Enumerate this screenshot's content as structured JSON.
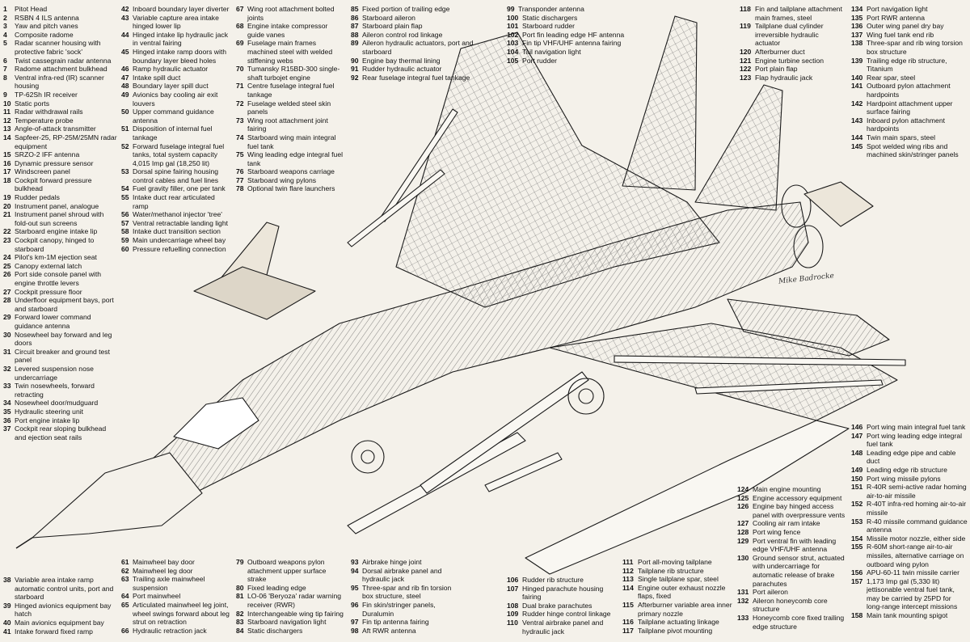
{
  "columns": [
    {
      "id": "c1",
      "items": [
        [
          "1",
          "Pitot Head"
        ],
        [
          "2",
          "RSBN 4 ILS antenna"
        ],
        [
          "3",
          "Yaw and pitch vanes"
        ],
        [
          "4",
          "Composite radome"
        ],
        [
          "5",
          "Radar scanner housing with protective fabric 'sock'"
        ],
        [
          "6",
          "Twist cassegrain radar antenna"
        ],
        [
          "7",
          "Radome attachment bulkhead"
        ],
        [
          "8",
          "Ventral infra-red (IR) scanner housing"
        ],
        [
          "9",
          "TP-62Sh IR receiver"
        ],
        [
          "10",
          "Static ports"
        ],
        [
          "11",
          "Radar withdrawal rails"
        ],
        [
          "12",
          "Temperature probe"
        ],
        [
          "13",
          "Angle-of-attack transmitter"
        ],
        [
          "14",
          "Sapfeer-25, RP-25M/25MN radar equipment"
        ],
        [
          "15",
          "SRZO-2 IFF antenna"
        ],
        [
          "16",
          "Dynamic pressure sensor"
        ],
        [
          "17",
          "Windscreen panel"
        ],
        [
          "18",
          "Cockpit forward pressure bulkhead"
        ],
        [
          "19",
          "Rudder pedals"
        ],
        [
          "20",
          "Instrument panel, analogue"
        ],
        [
          "21",
          "Instrument panel shroud with fold-out sun screens"
        ],
        [
          "22",
          "Starboard engine intake lip"
        ],
        [
          "23",
          "Cockpit canopy, hinged to starboard"
        ],
        [
          "24",
          "Pilot's km-1M ejection seat"
        ],
        [
          "25",
          "Canopy external latch"
        ],
        [
          "26",
          "Port side console panel with engine throttle levers"
        ],
        [
          "27",
          "Cockpit pressure floor"
        ],
        [
          "28",
          "Underfloor equipment bays, port and starboard"
        ],
        [
          "29",
          "Forward lower command guidance antenna"
        ],
        [
          "30",
          "Nosewheel bay forward and leg doors"
        ],
        [
          "31",
          "Circuit breaker and ground test panel"
        ],
        [
          "32",
          "Levered suspension nose undercarriage"
        ],
        [
          "33",
          "Twin nosewheels, forward retracting"
        ],
        [
          "34",
          "Nosewheel door/mudguard"
        ],
        [
          "35",
          "Hydraulic steering unit"
        ],
        [
          "36",
          "Port engine intake lip"
        ],
        [
          "37",
          "Cockpit rear sloping bulkhead and ejection seat rails"
        ]
      ]
    },
    {
      "id": "c2",
      "items": [
        [
          "42",
          "Inboard boundary layer diverter"
        ],
        [
          "43",
          "Variable capture area intake hinged lower lip"
        ],
        [
          "44",
          "Hinged intake lip hydraulic jack in ventral fairing"
        ],
        [
          "45",
          "Hinged intake ramp doors with boundary layer bleed holes"
        ],
        [
          "46",
          "Ramp hydraulic actuator"
        ],
        [
          "47",
          "Intake spill duct"
        ],
        [
          "48",
          "Boundary layer spill duct"
        ],
        [
          "49",
          "Avionics bay cooling air exit louvers"
        ],
        [
          "50",
          "Upper command guidance antenna"
        ],
        [
          "51",
          "Disposition of internal fuel tankage"
        ],
        [
          "52",
          "Forward fuselage integral fuel tanks, total system capacity 4,015 Imp gal (18,250 lit)"
        ],
        [
          "53",
          "Dorsal spine fairing housing control cables and fuel lines"
        ],
        [
          "54",
          "Fuel gravity filler, one per tank"
        ],
        [
          "55",
          "Intake duct rear articulated ramp"
        ],
        [
          "56",
          "Water/methanol injector 'tree'"
        ],
        [
          "57",
          "Ventral retractable landing light"
        ],
        [
          "58",
          "Intake duct transition section"
        ],
        [
          "59",
          "Main undercarriage wheel bay"
        ],
        [
          "60",
          "Pressure refuelling connection"
        ]
      ]
    },
    {
      "id": "c3",
      "items": [
        [
          "67",
          "Wing root attachment bolted joints"
        ],
        [
          "68",
          "Engine intake compressor guide vanes"
        ],
        [
          "69",
          "Fuselage main frames machined steel with welded stiffening webs"
        ],
        [
          "70",
          "Tumansky R15BD-300 single-shaft turbojet engine"
        ],
        [
          "71",
          "Centre fuselage integral fuel tankage"
        ],
        [
          "72",
          "Fuselage welded steel skin panels"
        ],
        [
          "73",
          "Wing root attachment joint fairing"
        ],
        [
          "74",
          "Starboard wing main integral fuel tank"
        ],
        [
          "75",
          "Wing leading edge integral fuel tank"
        ],
        [
          "76",
          "Starboard weapons carriage"
        ],
        [
          "77",
          "Starboard wing pylons"
        ],
        [
          "78",
          "Optional twin flare launchers"
        ]
      ]
    },
    {
      "id": "c4",
      "items": [
        [
          "85",
          "Fixed portion of trailing edge"
        ],
        [
          "86",
          "Starboard aileron"
        ],
        [
          "87",
          "Starboard plain flap"
        ],
        [
          "88",
          "Aileron control rod linkage"
        ],
        [
          "89",
          "Aileron hydraulic actuators, port and starboard"
        ],
        [
          "90",
          "Engine bay thermal lining"
        ],
        [
          "91",
          "Rudder hydraulic actuator"
        ],
        [
          "92",
          "Rear fuselage integral fuel tankage"
        ]
      ]
    },
    {
      "id": "c5",
      "items": [
        [
          "99",
          "Transponder antenna"
        ],
        [
          "100",
          "Static dischargers"
        ],
        [
          "101",
          "Starboard rudder"
        ],
        [
          "102",
          "Port fin leading edge HF antenna"
        ],
        [
          "103",
          "Fin tip VHF/UHF antenna fairing"
        ],
        [
          "104",
          "Tail navigation light"
        ],
        [
          "105",
          "Port rudder"
        ]
      ]
    },
    {
      "id": "c6",
      "items": [
        [
          "118",
          "Fin and tailplane attachment main frames, steel"
        ],
        [
          "119",
          "Tailplane dual cylinder irreversible hydraulic actuator"
        ],
        [
          "120",
          "Afterburner duct"
        ],
        [
          "121",
          "Engine turbine section"
        ],
        [
          "122",
          "Port plain flap"
        ],
        [
          "123",
          "Flap hydraulic jack"
        ]
      ]
    },
    {
      "id": "c7",
      "items": [
        [
          "134",
          "Port navigation light"
        ],
        [
          "135",
          "Port RWR antenna"
        ],
        [
          "136",
          "Outer wing panel dry bay"
        ],
        [
          "137",
          "Wing fuel tank end rib"
        ],
        [
          "138",
          "Three-spar and rib wing torsion box structure"
        ],
        [
          "139",
          "Trailing edge rib structure, Titanium"
        ],
        [
          "140",
          "Rear spar, steel"
        ],
        [
          "141",
          "Outboard pylon attachment hardpoints"
        ],
        [
          "142",
          "Hardpoint attachment upper surface fairing"
        ],
        [
          "143",
          "Inboard pylon attachment hardpoints"
        ],
        [
          "144",
          "Twin main spars, steel"
        ],
        [
          "145",
          "Spot welded wing ribs and machined skin/stringer panels"
        ]
      ]
    },
    {
      "id": "c8",
      "items": [
        [
          "146",
          "Port wing main integral fuel tank"
        ],
        [
          "147",
          "Port wing leading edge integral fuel tank"
        ],
        [
          "148",
          "Leading edge pipe and cable duct"
        ],
        [
          "149",
          "Leading edge rib structure"
        ],
        [
          "150",
          "Port wing missile pylons"
        ],
        [
          "151",
          "R-40R semi-active radar homing air-to-air missile"
        ],
        [
          "152",
          "R-40T infra-red homing air-to-air missile"
        ],
        [
          "153",
          "R-40 missile command guidance antenna"
        ],
        [
          "154",
          "Missile motor nozzle, either side"
        ],
        [
          "155",
          "R-60M short-range air-to-air missiles, alternative carriage on outboard wing pylon"
        ],
        [
          "156",
          "APU-60-11 twin missile carrier"
        ],
        [
          "157",
          "1,173 Imp gal (5,330 lit) jettisonable ventral fuel tank, may be carried by 25PD for long-range intercept missions"
        ],
        [
          "158",
          "Main tank mounting spigot"
        ]
      ]
    },
    {
      "id": "c9",
      "items": [
        [
          "124",
          "Main engine mounting"
        ],
        [
          "125",
          "Engine accessory equipment"
        ],
        [
          "126",
          "Engine bay hinged access panel with overpressure vents"
        ],
        [
          "127",
          "Cooling air ram intake"
        ],
        [
          "128",
          "Port wing fence"
        ],
        [
          "129",
          "Port ventral fin with leading edge VHF/UHF antenna"
        ],
        [
          "130",
          "Ground sensor strut, actuated with undercarriage for automatic release of brake parachutes"
        ],
        [
          "131",
          "Port aileron"
        ],
        [
          "132",
          "Aileron honeycomb core structure"
        ],
        [
          "133",
          "Honeycomb core fixed trailing edge structure"
        ]
      ]
    },
    {
      "id": "c10",
      "items": [
        [
          "38",
          "Variable area intake ramp automatic control units, port and starboard"
        ],
        [
          "39",
          "Hinged avionics equipment bay hatch"
        ],
        [
          "40",
          "Main avionics equipment bay"
        ],
        [
          "41",
          "Intake forward fixed ramp"
        ]
      ]
    },
    {
      "id": "c11",
      "items": [
        [
          "61",
          "Mainwheel bay door"
        ],
        [
          "62",
          "Mainwheel leg door"
        ],
        [
          "63",
          "Trailing axle mainwheel suspension"
        ],
        [
          "64",
          "Port mainwheel"
        ],
        [
          "65",
          "Articulated mainwheel leg joint, wheel swings forward about leg strut on retraction"
        ],
        [
          "66",
          "Hydraulic retraction jack"
        ]
      ]
    },
    {
      "id": "c12",
      "items": [
        [
          "79",
          "Outboard weapons pylon attachment upper surface strake"
        ],
        [
          "80",
          "Fixed leading edge"
        ],
        [
          "81",
          "LO-06 'Beryoza' radar warning receiver (RWR)"
        ],
        [
          "82",
          "Interchangeable wing tip fairing"
        ],
        [
          "83",
          "Starboard navigation light"
        ],
        [
          "84",
          "Static dischargers"
        ]
      ]
    },
    {
      "id": "c13",
      "items": [
        [
          "93",
          "Airbrake hinge joint"
        ],
        [
          "94",
          "Dorsal airbrake panel and hydraulic jack"
        ],
        [
          "95",
          "Three-spar and rib fin torsion box structure, steel"
        ],
        [
          "96",
          "Fin skin/stringer panels, Duralumin"
        ],
        [
          "97",
          "Fin tip antenna fairing"
        ],
        [
          "98",
          "Aft RWR antenna"
        ]
      ]
    },
    {
      "id": "c14",
      "items": [
        [
          "106",
          "Rudder rib structure"
        ],
        [
          "107",
          "Hinged parachute housing fairing"
        ],
        [
          "108",
          "Dual brake parachutes"
        ],
        [
          "109",
          "Rudder hinge control linkage"
        ],
        [
          "110",
          "Ventral airbrake panel and hydraulic jack"
        ]
      ]
    },
    {
      "id": "c15",
      "items": [
        [
          "111",
          "Port all-moving tailplane"
        ],
        [
          "112",
          "Tailplane rib structure"
        ],
        [
          "113",
          "Single tailplane spar, steel"
        ],
        [
          "114",
          "Engine outer exhaust nozzle flaps, fixed"
        ],
        [
          "115",
          "Afterburner variable area inner primary nozzle"
        ],
        [
          "116",
          "Tailplane actuating linkage"
        ],
        [
          "117",
          "Tailplane pivot mounting"
        ]
      ]
    }
  ],
  "signature": "Mike Badrocke"
}
